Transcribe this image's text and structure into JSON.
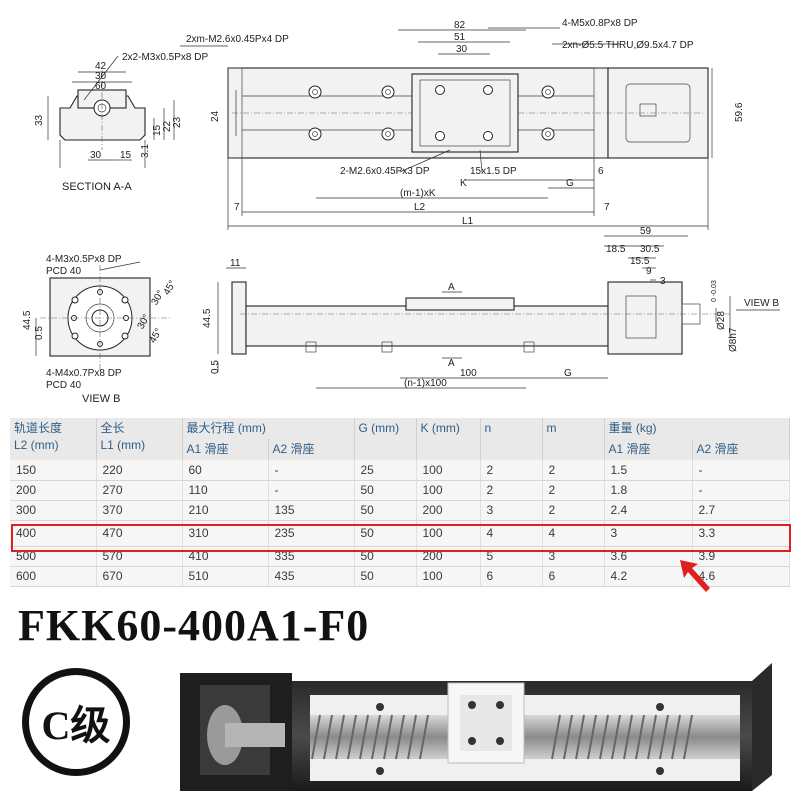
{
  "drawing": {
    "section_label": "SECTION A-A",
    "view_b_label": "VIEW B",
    "view_b_arrow_label": "VIEW B",
    "section_a_mark": "A",
    "callouts": {
      "section_holes": "2x2-M3x0.5Px8 DP",
      "top_m26_holes": "2xm-M2.6x0.45Px4 DP",
      "slider_m5_holes": "4-M5x0.8Px8 DP",
      "rail_through_holes": "2xn-Ø5.5 THRU,Ø9.5x4.7 DP",
      "bottom_m26_holes": "2-M2.6x0.45Px3 DP",
      "slot": "15x1.5 DP",
      "end_m3_holes": "4-M3x0.5Px8 DP",
      "end_pcd_top": "PCD 40",
      "end_m4_holes": "4-M4x0.7Px8 DP",
      "end_pcd_bottom": "PCD 40"
    },
    "dimensions": {
      "d42": "42",
      "d30a": "30",
      "d60": "60",
      "d33": "33",
      "d30b": "30",
      "d15a": "15",
      "d31": "3.1",
      "d15b": "15",
      "d22": "22",
      "d23": "23",
      "d24": "24",
      "d82": "82",
      "d51": "51",
      "d30c": "30",
      "d596": "59.6",
      "d6": "6",
      "dK": "K",
      "dG": "G",
      "dnK": "(m-1)xK",
      "dL2": "L2",
      "dL1": "L1",
      "d7a": "7",
      "d7b": "7",
      "d11": "11",
      "d445a": "44.5",
      "d05a": "0.5",
      "d445b": "44.5",
      "d05b": "0.5",
      "d100": "100",
      "dG2": "G",
      "dn100": "(n-1)x100",
      "d59": "59",
      "d185": "18.5",
      "d305": "30.5",
      "d155": "15.5",
      "d9": "9",
      "d3": "3",
      "d28": "Ø28",
      "d28tol": "0 -0.03",
      "d8h7": "Ø8h7",
      "a45a": "45°",
      "a30a": "30°",
      "a30b": "30°",
      "a45b": "45°"
    }
  },
  "table": {
    "headers": {
      "rail_length": "轨道长度",
      "rail_length_unit": "L2 (mm)",
      "total_length": "全长",
      "total_length_unit": "L1 (mm)",
      "max_stroke": "最大行程 (mm)",
      "stroke_a1": "A1 滑座",
      "stroke_a2": "A2 滑座",
      "g": "G (mm)",
      "k": "K (mm)",
      "n": "n",
      "m": "m",
      "weight": "重量 (kg)",
      "weight_a1": "A1 滑座",
      "weight_a2": "A2 滑座"
    },
    "rows": [
      [
        "150",
        "220",
        "60",
        "-",
        "25",
        "100",
        "2",
        "2",
        "1.5",
        "-"
      ],
      [
        "200",
        "270",
        "110",
        "-",
        "50",
        "100",
        "2",
        "2",
        "1.8",
        "-"
      ],
      [
        "300",
        "370",
        "210",
        "135",
        "50",
        "200",
        "3",
        "2",
        "2.4",
        "2.7"
      ],
      [
        "400",
        "470",
        "310",
        "235",
        "50",
        "100",
        "4",
        "4",
        "3",
        "3.3"
      ],
      [
        "500",
        "570",
        "410",
        "335",
        "50",
        "200",
        "5",
        "3",
        "3.6",
        "3.9"
      ],
      [
        "600",
        "670",
        "510",
        "435",
        "50",
        "100",
        "6",
        "6",
        "4.2",
        "4.6"
      ]
    ],
    "highlight_row_index": 3
  },
  "model": "FKK60-400A1-F0",
  "grade": "C级",
  "colors": {
    "highlight": "#e02020",
    "header_text": "#2f5e86",
    "header_bg": "#e9e9e9"
  }
}
